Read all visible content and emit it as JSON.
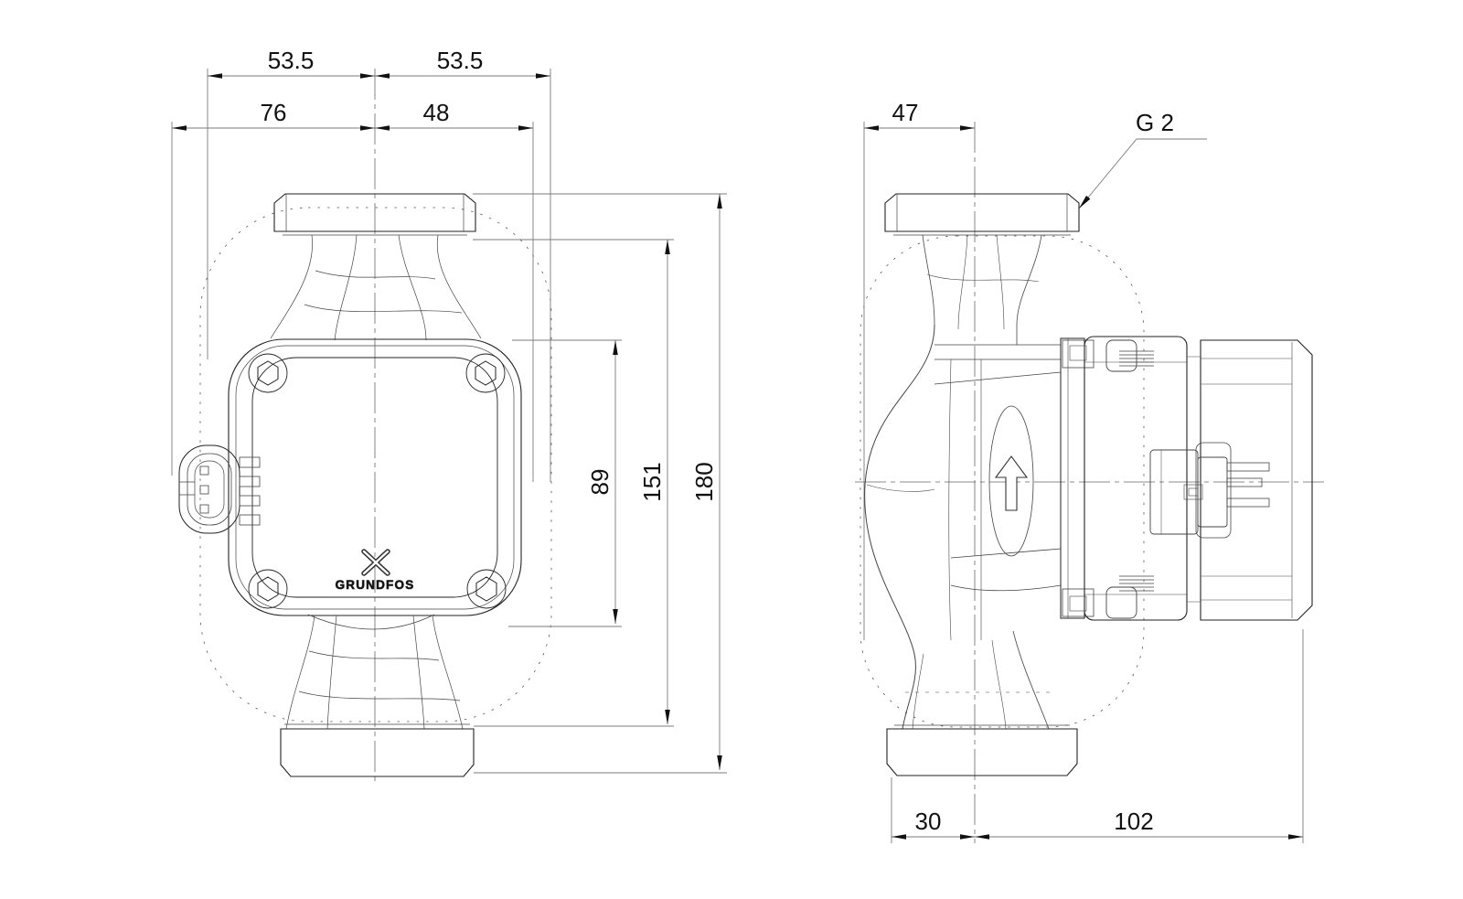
{
  "drawing": {
    "brand_logo": "GRUNDFOS",
    "dimensions": {
      "front": {
        "half_width_left_mm": "53.5",
        "half_width_right_mm": "53.5",
        "plug_to_center_mm": "76",
        "center_to_body_right_mm": "48",
        "body_height_mm": "89",
        "flange_span_mm": "151",
        "port_to_port_mm": "180"
      },
      "side": {
        "center_to_front_mm": "47",
        "pipe_thread": "G 2",
        "center_to_back_mm": "30",
        "center_to_motor_end_mm": "102"
      }
    }
  }
}
